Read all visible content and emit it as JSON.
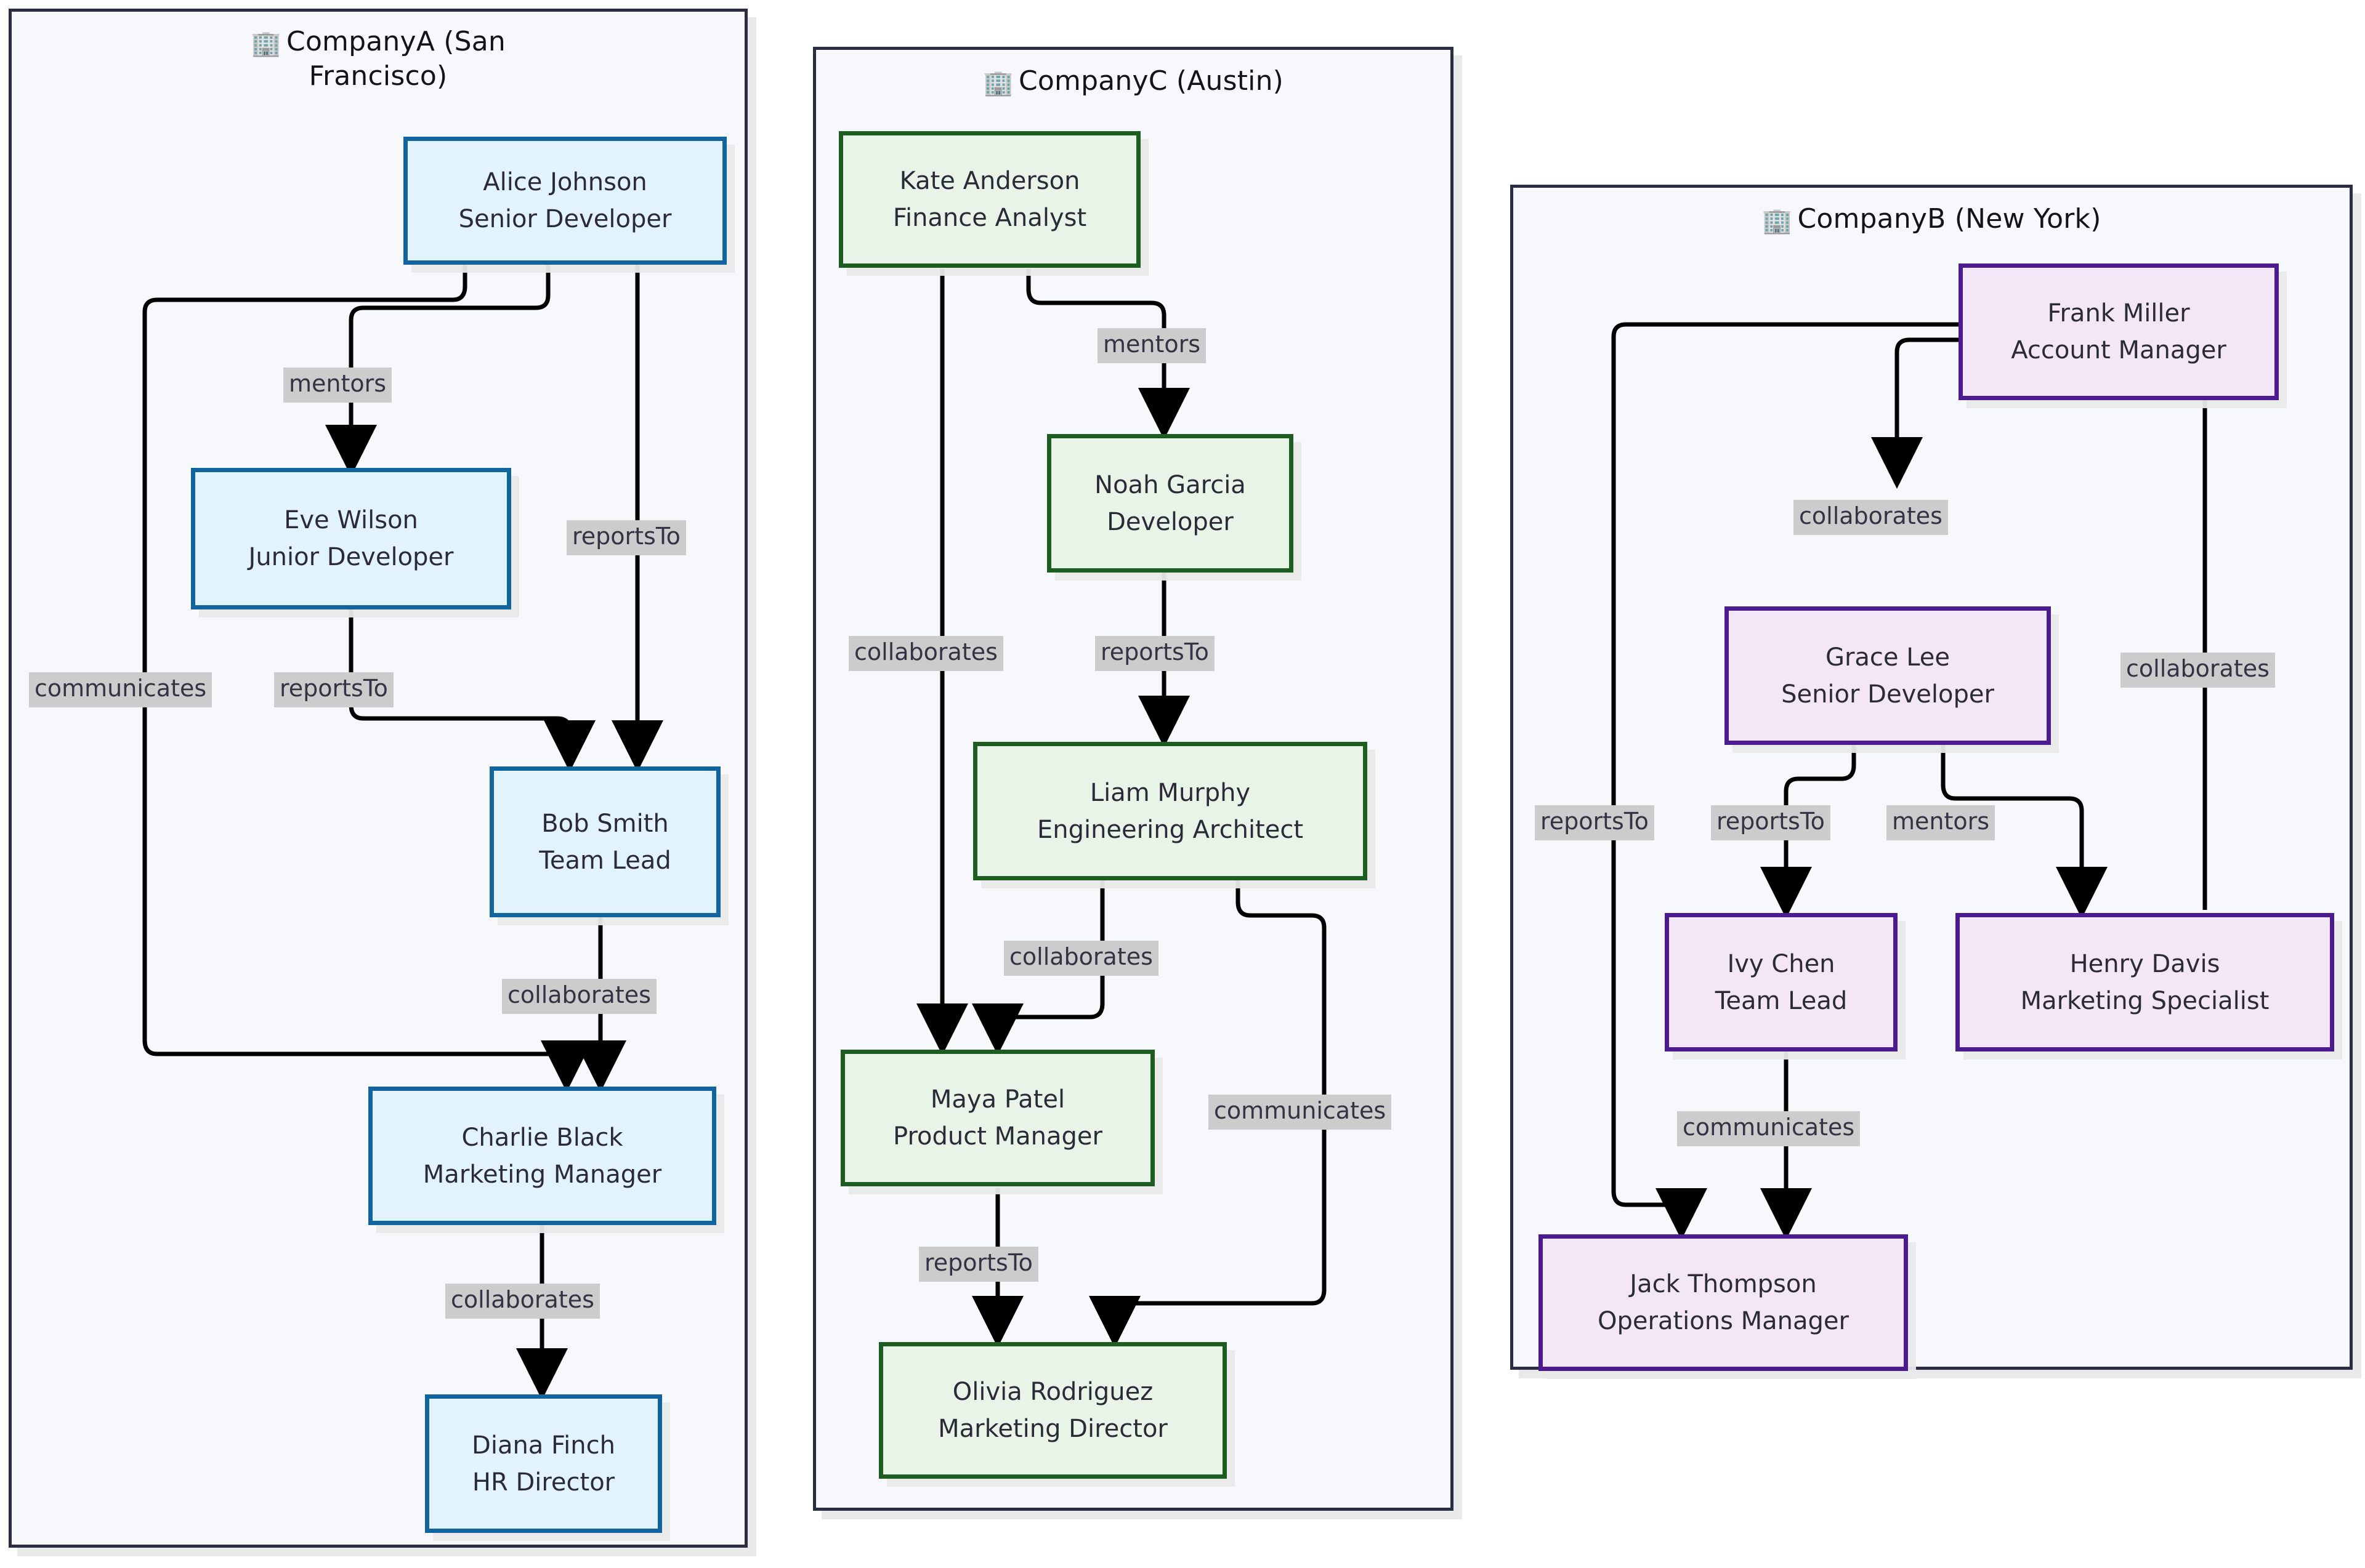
{
  "diagram": {
    "type": "flowchart",
    "title": "Cross-company organizational relationship diagram",
    "building_icon": "building-icon",
    "colors": {
      "companyA_border": "#12649f",
      "companyA_fill": "#e3f3fc",
      "companyC_border": "#1d5d22",
      "companyC_fill": "#e9f4e9",
      "companyB_border": "#4c1b8f",
      "companyB_fill": "#f3e6f6",
      "cluster_border": "#2b2d42",
      "cluster_fill": "#f7f8fb",
      "edge_label_bg": "#cccccc",
      "edge_stroke": "#000000"
    }
  },
  "clusters": [
    {
      "id": "companyA",
      "icon": "🏢",
      "label": "CompanyA (San Francisco)",
      "title_line1": "CompanyA (San",
      "title_line2": "Francisco)"
    },
    {
      "id": "companyC",
      "icon": "🏢",
      "label": "CompanyC (Austin)",
      "title_line1": "CompanyC (Austin)",
      "title_line2": ""
    },
    {
      "id": "companyB",
      "icon": "🏢",
      "label": "CompanyB (New York)",
      "title_line1": "CompanyB (New York)",
      "title_line2": ""
    }
  ],
  "nodes": {
    "alice": {
      "name": "Alice Johnson",
      "role": "Senior Developer"
    },
    "eve": {
      "name": "Eve Wilson",
      "role": "Junior Developer"
    },
    "bob": {
      "name": "Bob Smith",
      "role": "Team Lead"
    },
    "charlie": {
      "name": "Charlie Black",
      "role": "Marketing Manager"
    },
    "diana": {
      "name": "Diana Finch",
      "role": "HR Director"
    },
    "kate": {
      "name": "Kate Anderson",
      "role": "Finance Analyst"
    },
    "noah": {
      "name": "Noah Garcia",
      "role": "Developer"
    },
    "liam": {
      "name": "Liam Murphy",
      "role": "Engineering Architect"
    },
    "maya": {
      "name": "Maya Patel",
      "role": "Product Manager"
    },
    "olivia": {
      "name": "Olivia Rodriguez",
      "role": "Marketing Director"
    },
    "frank": {
      "name": "Frank Miller",
      "role": "Account Manager"
    },
    "grace": {
      "name": "Grace Lee",
      "role": "Senior Developer"
    },
    "ivy": {
      "name": "Ivy Chen",
      "role": "Team Lead"
    },
    "henry": {
      "name": "Henry Davis",
      "role": "Marketing Specialist"
    },
    "jack": {
      "name": "Jack Thompson",
      "role": "Operations Manager"
    }
  },
  "edge_labels": {
    "a_mentors": "mentors",
    "a_reportsTo_bob": "reportsTo",
    "a_communicates": "communicates",
    "a_eve_reportsTo": "reportsTo",
    "a_bob_collab": "collaborates",
    "a_charlie_collab": "collaborates",
    "c_mentors": "mentors",
    "c_collaborates": "collaborates",
    "c_reportsTo": "reportsTo",
    "c_liam_collab": "collaborates",
    "c_communicates": "communicates",
    "c_maya_reportsTo": "reportsTo",
    "b_collaborates": "collaborates",
    "b_henry_collab": "collaborates",
    "b_reportsTo_jack": "reportsTo",
    "b_reportsTo_ivy": "reportsTo",
    "b_mentors": "mentors",
    "b_communicates": "communicates"
  },
  "edges": [
    {
      "from": "alice",
      "to": "eve",
      "label": "mentors"
    },
    {
      "from": "alice",
      "to": "bob",
      "label": "reportsTo"
    },
    {
      "from": "alice",
      "to": "charlie",
      "label": "communicates"
    },
    {
      "from": "eve",
      "to": "bob",
      "label": "reportsTo"
    },
    {
      "from": "bob",
      "to": "charlie",
      "label": "collaborates"
    },
    {
      "from": "charlie",
      "to": "diana",
      "label": "collaborates"
    },
    {
      "from": "kate",
      "to": "noah",
      "label": "mentors"
    },
    {
      "from": "kate",
      "to": "maya",
      "label": "collaborates"
    },
    {
      "from": "noah",
      "to": "liam",
      "label": "reportsTo"
    },
    {
      "from": "liam",
      "to": "maya",
      "label": "collaborates"
    },
    {
      "from": "liam",
      "to": "olivia",
      "label": "communicates"
    },
    {
      "from": "maya",
      "to": "olivia",
      "label": "reportsTo"
    },
    {
      "from": "frank",
      "to": "grace",
      "label": "collaborates"
    },
    {
      "from": "frank",
      "to": "jack",
      "label": "reportsTo"
    },
    {
      "from": "grace",
      "to": "ivy",
      "label": "reportsTo"
    },
    {
      "from": "grace",
      "to": "henry",
      "label": "mentors"
    },
    {
      "from": "henry",
      "to": "frank",
      "label": "collaborates"
    },
    {
      "from": "ivy",
      "to": "jack",
      "label": "communicates"
    }
  ]
}
